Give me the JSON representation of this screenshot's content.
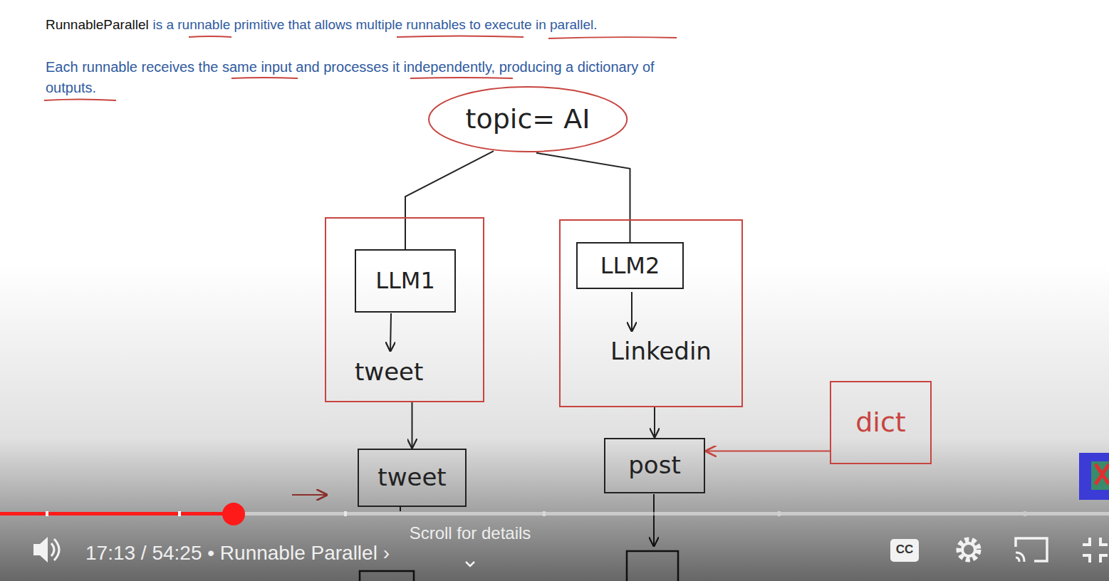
{
  "diagram": {
    "nodes": [
      {
        "text": [
          "topic= AI"
        ]
      },
      {
        "text": [
          "tweet"
        ]
      },
      {
        "text": [
          "LLM1"
        ],
        "in": 1
      },
      {
        "text": [
          "Linkedin"
        ]
      },
      {
        "text": [
          "LLM2"
        ],
        "in": 3
      },
      {
        "text": [
          "tweet"
        ]
      },
      {
        "text": [
          "post"
        ]
      },
      {
        "text": [
          "dict"
        ]
      }
    ],
    "edges": [
      {
        "from": 0,
        "to": 2,
        "arrow": "none"
      },
      {
        "from": 0,
        "to": 4,
        "arrow": "none"
      },
      {
        "from": 1,
        "to": 5,
        "arrow": "to"
      },
      {
        "from": 3,
        "to": 6,
        "arrow": "to"
      },
      {
        "from": 7,
        "to": 6,
        "arrow": "to"
      }
    ],
    "labels": [
      "RunnableParallel",
      "is a runnable primitive that allows multiple runnables to execute in parallel.",
      "Each runnable receives the same input and processes it independently, producing a dictionary of outputs.",
      "17:13 / 54:25 • Runnable Parallel ›",
      "Scroll for details",
      "CC"
    ]
  }
}
